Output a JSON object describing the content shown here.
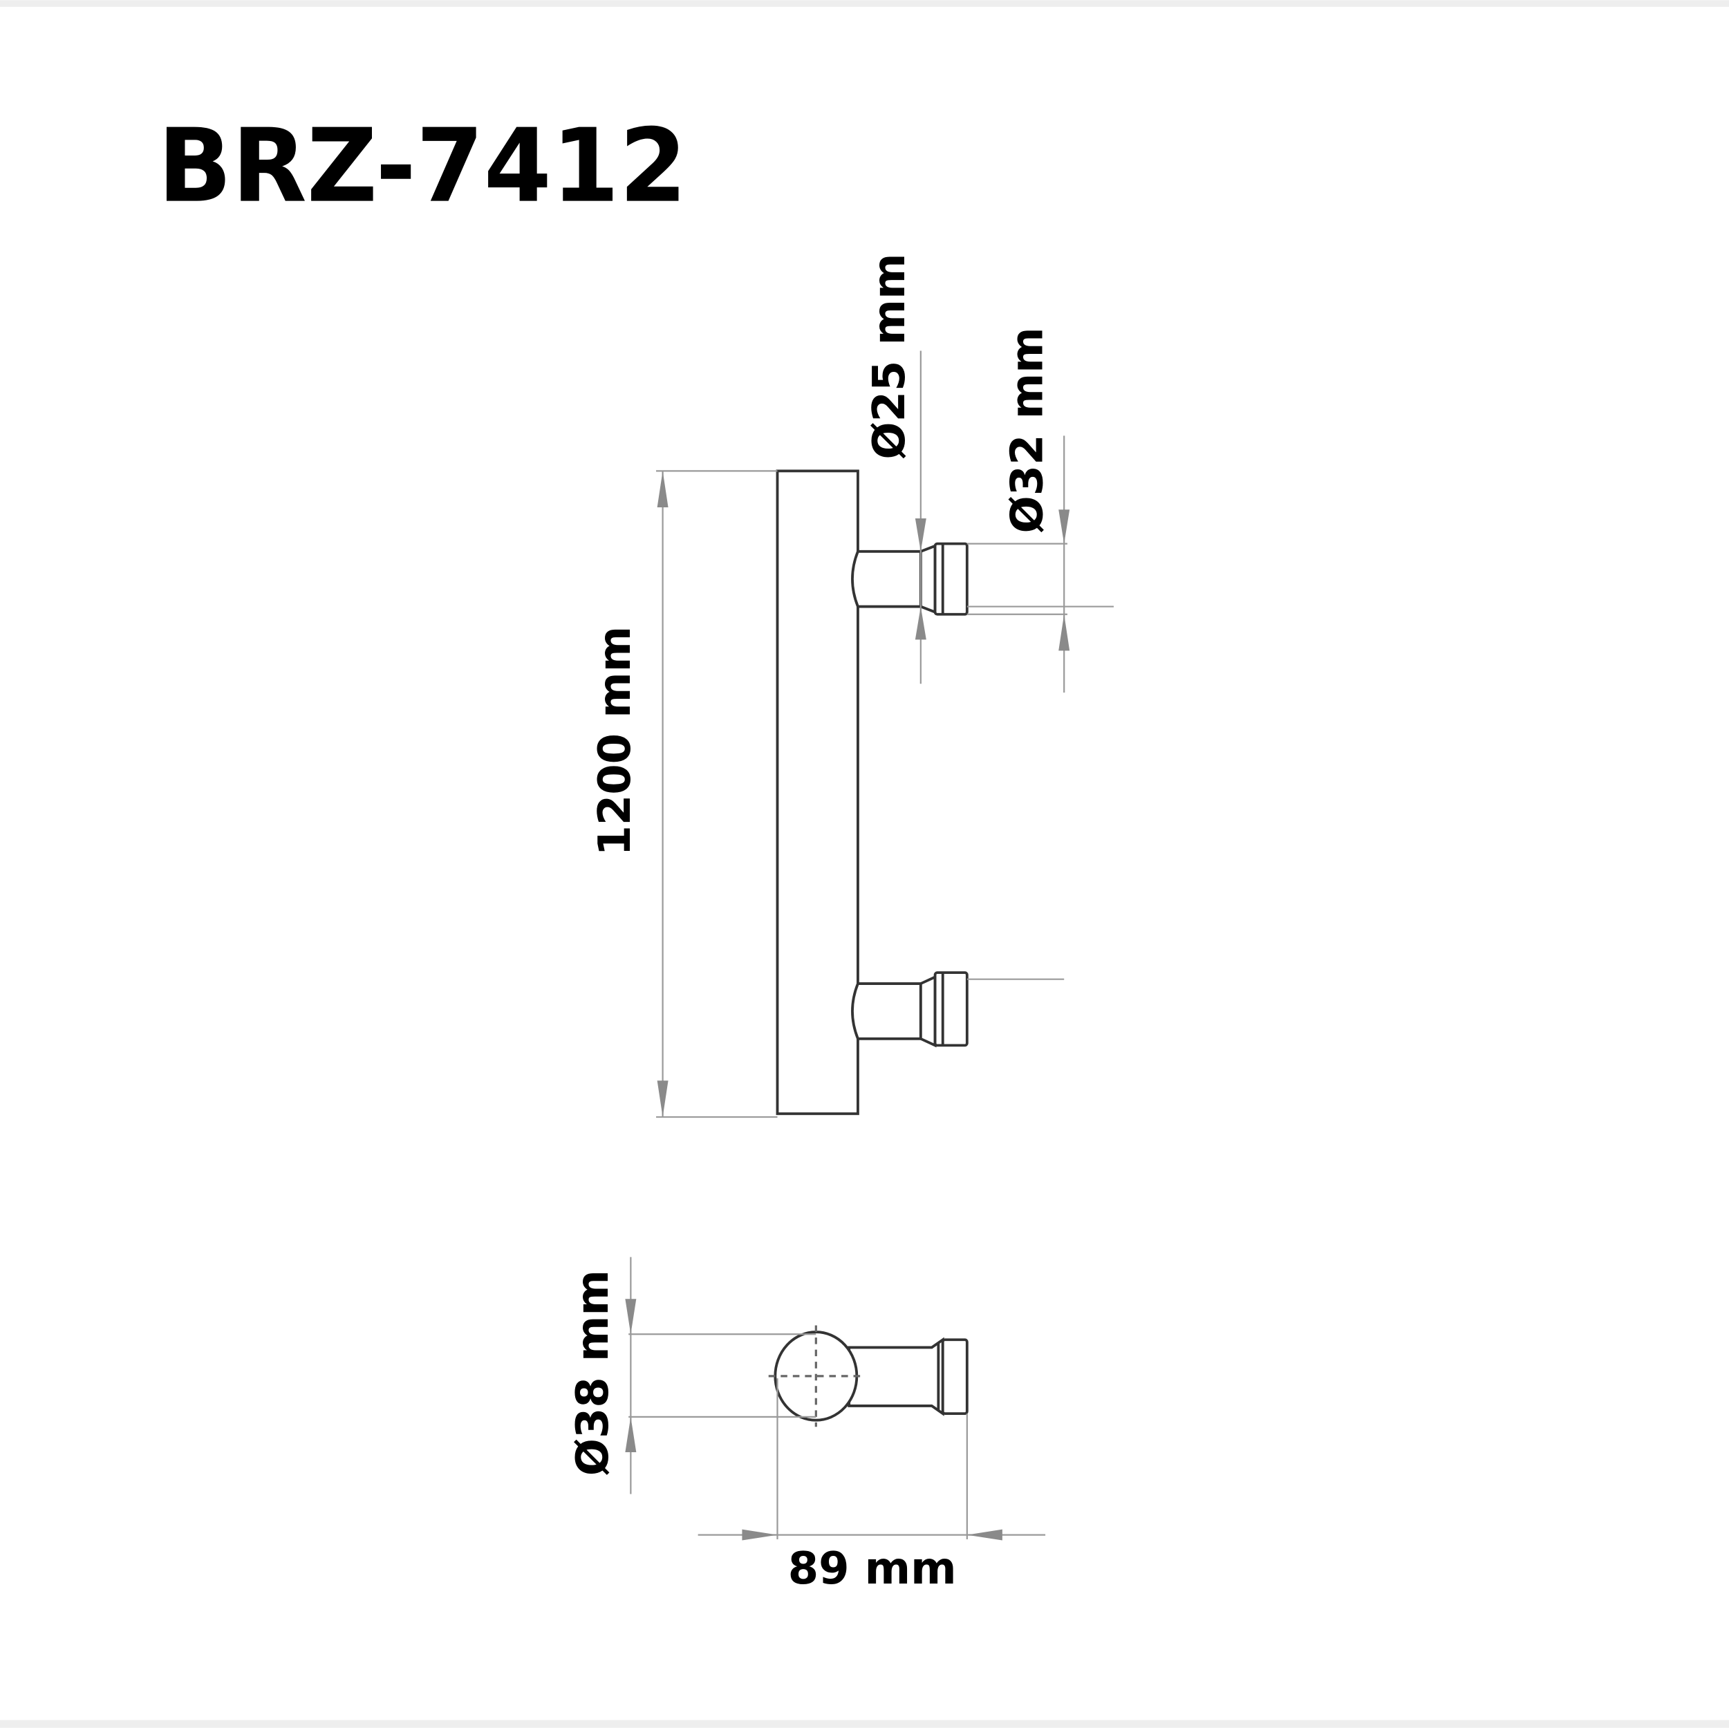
{
  "title": "BRZ-7412",
  "dimensions": {
    "length": "1200 mm",
    "post_diameter": "Ø25 mm",
    "cap_diameter": "Ø32 mm",
    "bar_diameter": "Ø38 mm",
    "projection": "89 mm"
  },
  "colors": {
    "background": "#ffffff",
    "border_band": "#eeeeee",
    "text": "#000000",
    "line": "#333333",
    "dimension_line": "#9a9a9a"
  }
}
